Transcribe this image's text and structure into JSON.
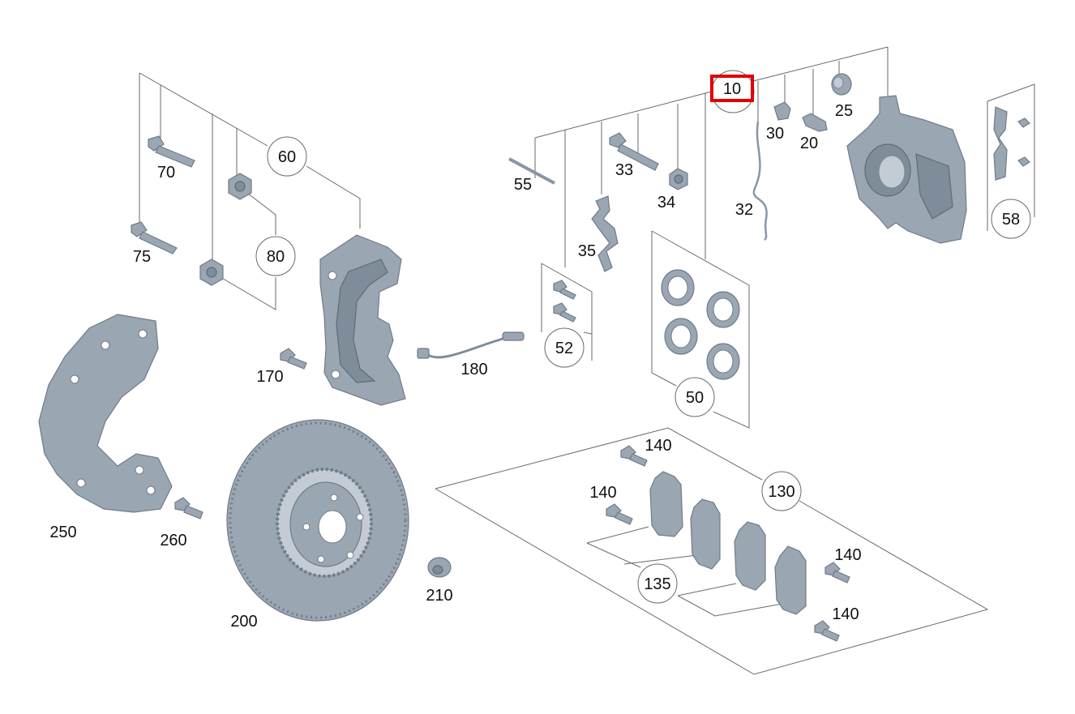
{
  "callouts": {
    "c10": "10",
    "c20": "20",
    "c25": "25",
    "c30": "30",
    "c32": "32",
    "c33": "33",
    "c34": "34",
    "c35": "35",
    "c50": "50",
    "c52": "52",
    "c55": "55",
    "c58": "58",
    "c60": "60",
    "c70": "70",
    "c75": "75",
    "c80": "80",
    "c130": "130",
    "c135": "135",
    "c140": "140",
    "c170": "170",
    "c180": "180",
    "c200": "200",
    "c210": "210",
    "c250": "250",
    "c260": "260"
  },
  "highlight": {
    "callout": "10",
    "color": "#e00000"
  },
  "colors": {
    "part_fill": "#9aa6b2",
    "part_outline": "#6f7c89",
    "leader": "#6a6a6a"
  }
}
